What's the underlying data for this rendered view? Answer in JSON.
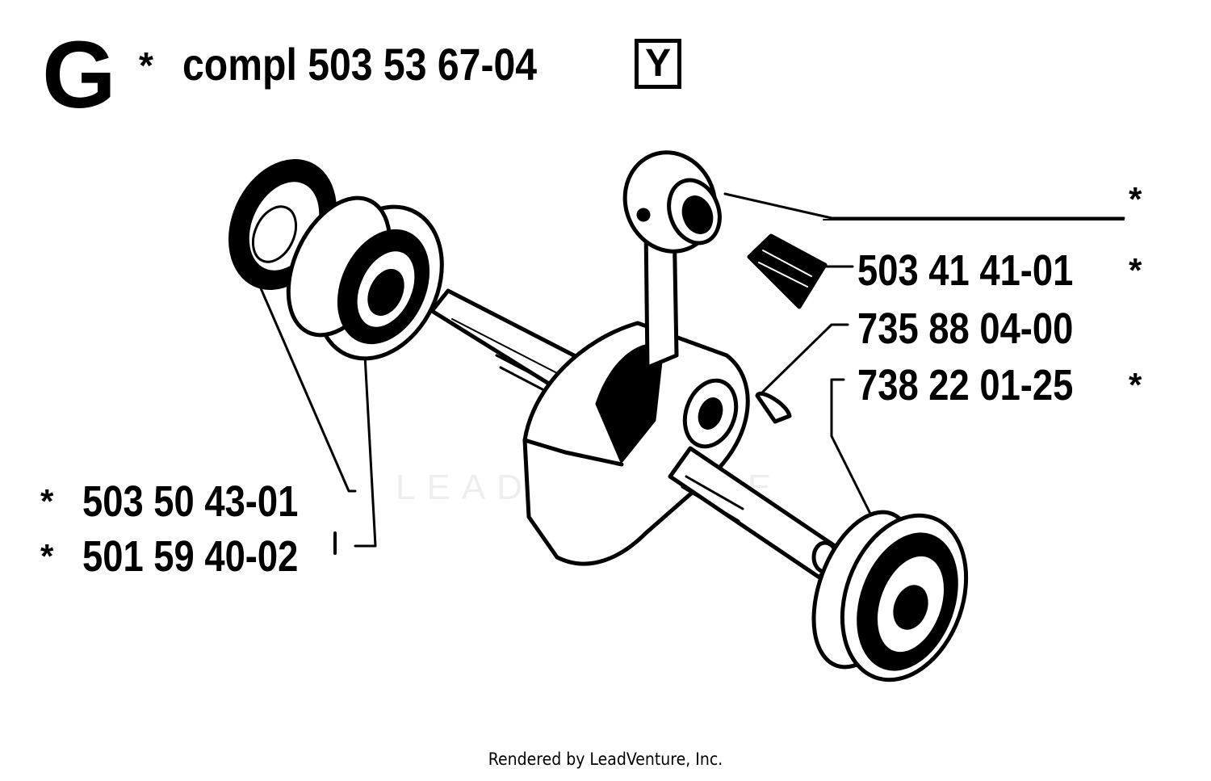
{
  "header": {
    "section_letter": "G",
    "star": "*",
    "title": "compl 503 53 67-04",
    "badge": "Y"
  },
  "callouts": [
    {
      "part_number": "",
      "star": "*"
    },
    {
      "part_number": "503 41 41-01",
      "star": "*"
    },
    {
      "part_number": "735 88 04-00",
      "star": ""
    },
    {
      "part_number": "738 22 01-25",
      "star": "*"
    },
    {
      "part_number": "503 50 43-01",
      "star": "*"
    },
    {
      "part_number": "501 59 40-02",
      "star": "*"
    }
  ],
  "watermark": "LEADVENTURE",
  "footer": "Rendered by LeadVenture, Inc."
}
